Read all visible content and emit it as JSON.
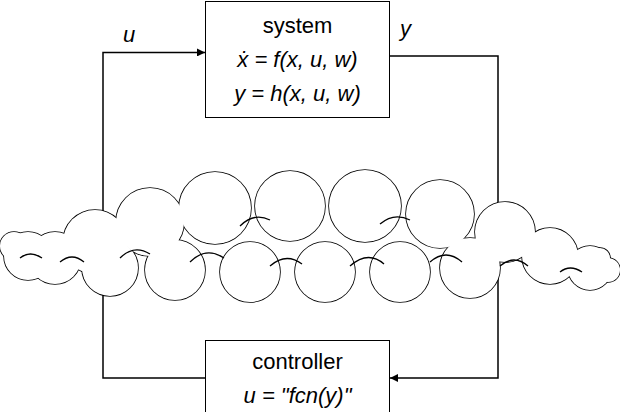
{
  "diagram": {
    "nodes": [
      {
        "text": [
          "system",
          "ẋ = f(x, u, w)",
          "y = h(x, u, w)"
        ]
      },
      {
        "text": [
          "controller",
          "u = \"fcn(y)\""
        ]
      }
    ],
    "edges": [
      {
        "from": 0,
        "to": 1,
        "arrow": "to",
        "label": "y"
      },
      {
        "from": 1,
        "to": 0,
        "arrow": "to",
        "label": "u"
      }
    ]
  }
}
